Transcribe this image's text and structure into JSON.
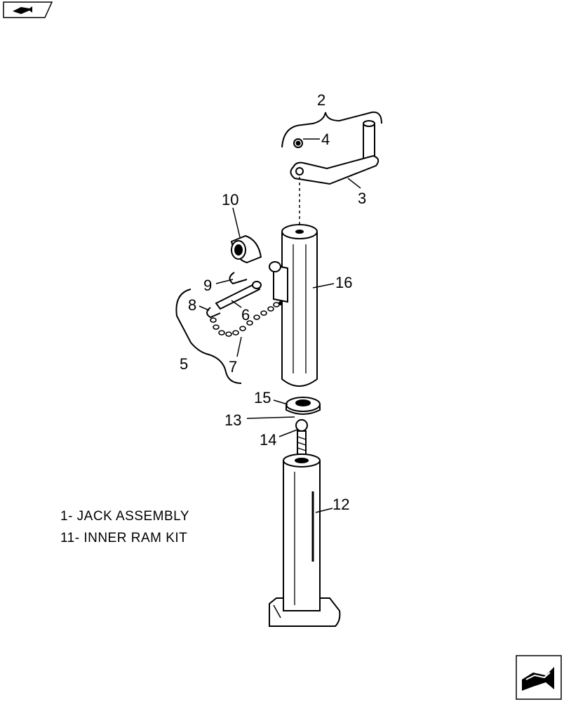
{
  "callouts": {
    "c2": "2",
    "c3": "3",
    "c4": "4",
    "c5": "5",
    "c6": "6",
    "c7": "7",
    "c8": "8",
    "c9": "9",
    "c10": "10",
    "c12": "12",
    "c13": "13",
    "c14": "14",
    "c15": "15",
    "c16": "16"
  },
  "notes": {
    "line1": "1- JACK ASSEMBLY",
    "line2": "11- INNER RAM KIT"
  },
  "icons": {
    "top_left": "book-arrow-icon",
    "bottom_right": "next-page-arrow-icon"
  }
}
